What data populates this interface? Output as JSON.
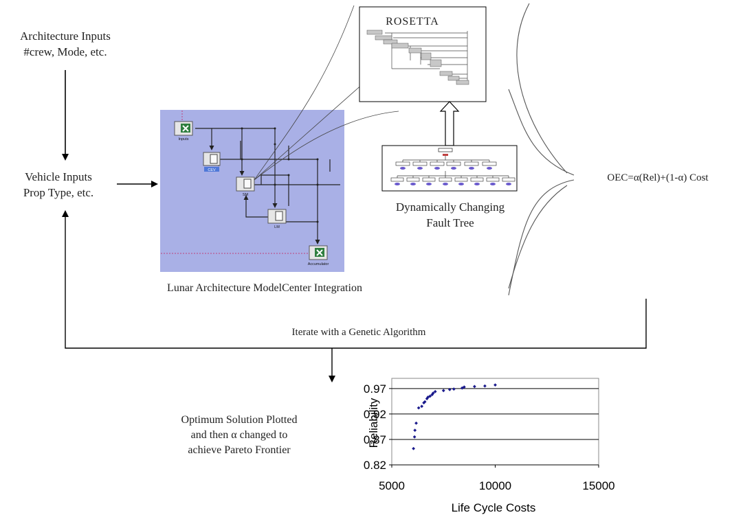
{
  "architecture_inputs": {
    "line1": "Architecture Inputs",
    "line2": "#crew, Mode, etc."
  },
  "vehicle_inputs": {
    "line1": "Vehicle Inputs",
    "line2": "Prop Type, etc."
  },
  "modelcenter": {
    "caption": "Lunar Architecture ModelCenter Integration",
    "background_color": "#a9b0e6",
    "nodes": {
      "inputs": "Inputs",
      "cev": "CEV",
      "sm": "SM",
      "lm": "LM",
      "accumulator": "Accumulator"
    }
  },
  "rosetta": {
    "title": "ROSETTA"
  },
  "fault_tree": {
    "line1": "Dynamically Changing",
    "line2": "Fault Tree"
  },
  "oec": {
    "formula": "OEC=α(Rel)+(1-α) Cost"
  },
  "iterate": {
    "label": "Iterate with a Genetic Algorithm"
  },
  "optimum": {
    "line1": "Optimum Solution Plotted",
    "line2": "and then α changed to",
    "line3": "achieve Pareto Frontier"
  },
  "chart_data": {
    "type": "scatter",
    "xlabel": "Life Cycle Costs",
    "ylabel": "Reliability",
    "xlim": [
      5000,
      15000
    ],
    "ylim": [
      0.82,
      0.99
    ],
    "x_ticks": [
      5000,
      10000,
      15000
    ],
    "y_ticks": [
      0.82,
      0.87,
      0.92,
      0.97
    ],
    "x_tick_labels": [
      "5000",
      "10000",
      "15000"
    ],
    "y_tick_labels": [
      "0.82",
      "0.87",
      "0.92",
      "0.97"
    ],
    "grid": "horizontal",
    "marker_color": "#1a1a8c",
    "points": [
      [
        6050,
        0.852
      ],
      [
        6100,
        0.875
      ],
      [
        6120,
        0.888
      ],
      [
        6180,
        0.902
      ],
      [
        6300,
        0.932
      ],
      [
        6450,
        0.935
      ],
      [
        6550,
        0.942
      ],
      [
        6600,
        0.944
      ],
      [
        6700,
        0.95
      ],
      [
        6750,
        0.953
      ],
      [
        6850,
        0.955
      ],
      [
        6950,
        0.958
      ],
      [
        7000,
        0.961
      ],
      [
        7100,
        0.964
      ],
      [
        7500,
        0.966
      ],
      [
        7800,
        0.968
      ],
      [
        8000,
        0.969
      ],
      [
        8400,
        0.971
      ],
      [
        8500,
        0.973
      ],
      [
        9000,
        0.974
      ],
      [
        9500,
        0.975
      ],
      [
        10000,
        0.977
      ]
    ]
  }
}
